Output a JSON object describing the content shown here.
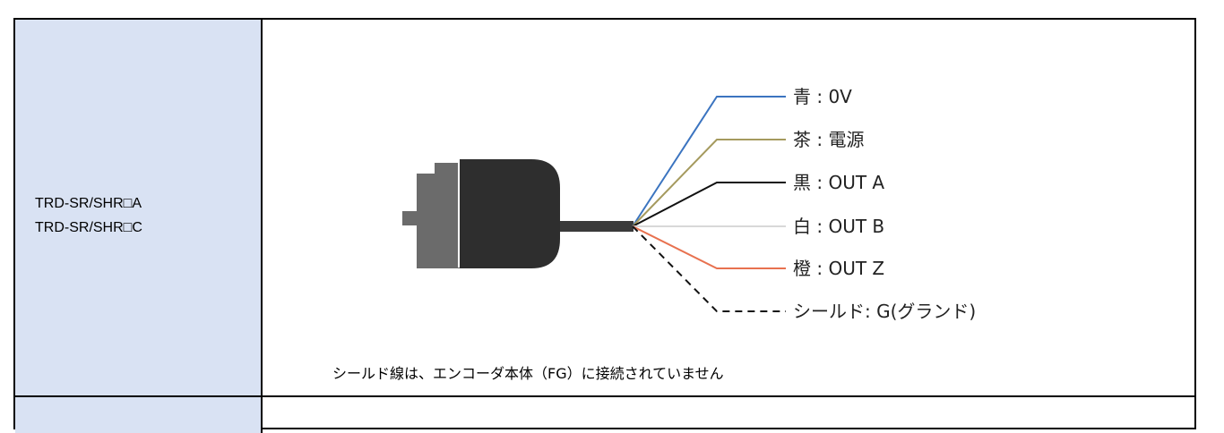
{
  "models": [
    "TRD-SR/SHR□A",
    "TRD-SR/SHR□C"
  ],
  "wires": [
    {
      "label": "青 : 0V",
      "color": "#3b74c0",
      "style": "solid"
    },
    {
      "label": "茶 : 電源",
      "color": "#a59a5e",
      "style": "solid"
    },
    {
      "label": "黒 : OUT A",
      "color": "#111111",
      "style": "solid"
    },
    {
      "label": "白 : OUT B",
      "color": "#d8d8d8",
      "style": "solid"
    },
    {
      "label": "橙 : OUT Z",
      "color": "#e8714f",
      "style": "solid"
    },
    {
      "label": "シールド: G(グランド)",
      "color": "#111111",
      "style": "dashed"
    }
  ],
  "encoder": {
    "body_color": "#2e2e2e",
    "flange_color": "#6b6b6b",
    "cable_color": "#3a3a3a"
  },
  "note": "シールド線は、エンコーダ本体（FG）に接続されていません"
}
